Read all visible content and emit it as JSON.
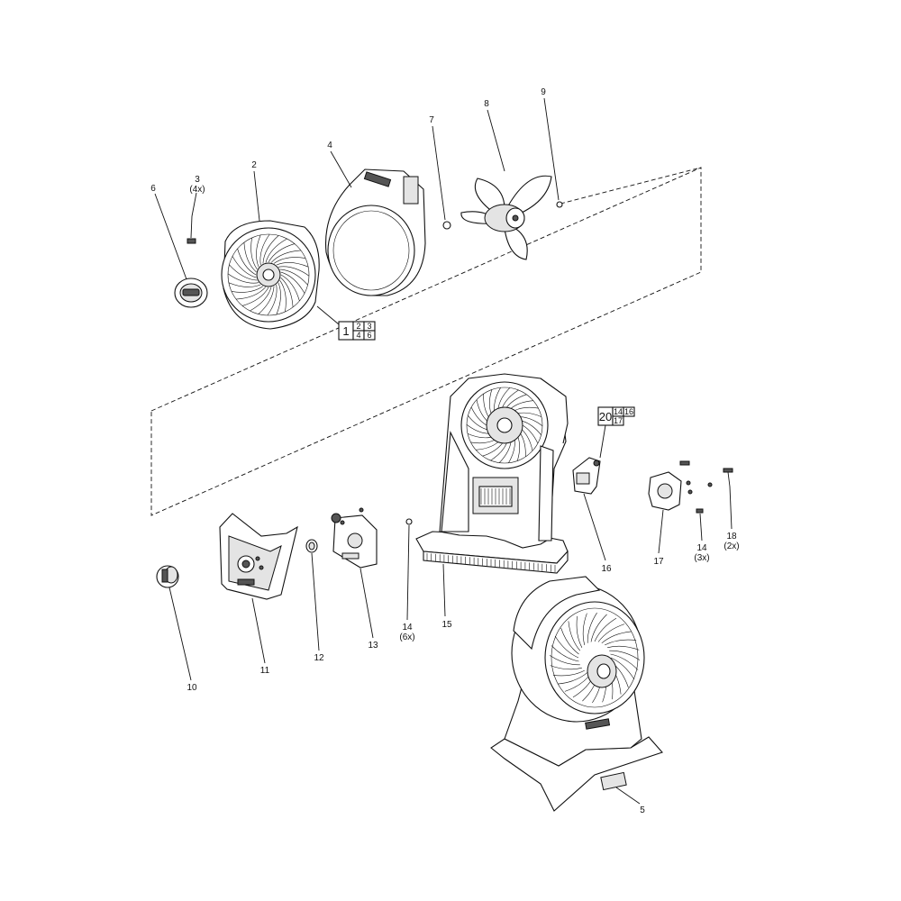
{
  "callouts": {
    "c1": "1",
    "c2": "2",
    "c3": "3",
    "c3q": "(4x)",
    "c4": "4",
    "c5": "5",
    "c6": "6",
    "c7": "7",
    "c8": "8",
    "c9": "9",
    "c10": "10",
    "c11": "11",
    "c12": "12",
    "c13": "13",
    "c14a": "14",
    "c14aq": "(6x)",
    "c14b": "14",
    "c14bq": "(3x)",
    "c15": "15",
    "c16": "16",
    "c17": "17",
    "c18": "18",
    "c18q": "(2x)"
  },
  "kits": {
    "kit1": {
      "main": "1",
      "p1": "2",
      "p2": "3",
      "p3": "4",
      "p4": "6"
    },
    "kit20": {
      "main": "20",
      "p1": "14",
      "p2": "16",
      "p3": "17"
    }
  }
}
